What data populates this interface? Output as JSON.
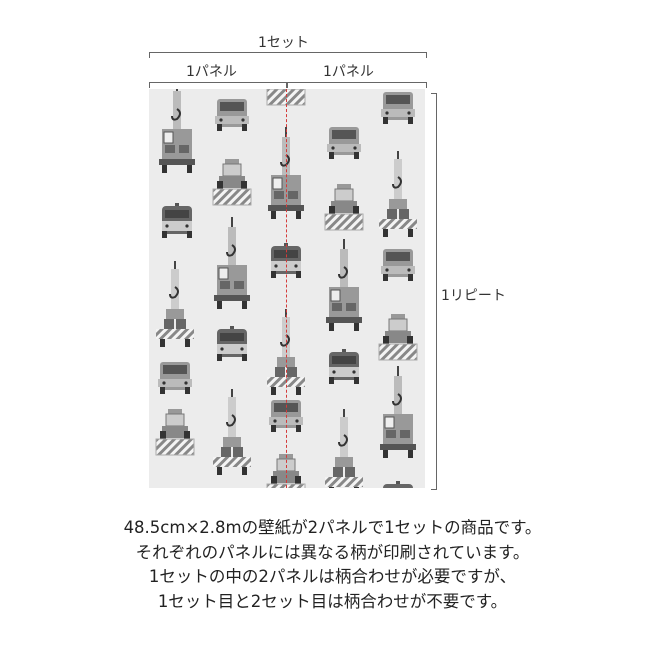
{
  "dimensions": {
    "set_label": "1セット",
    "panel_left_label": "1パネル",
    "panel_right_label": "1パネル",
    "repeat_label": "1リピート"
  },
  "pattern": {
    "description": "construction vehicles wallpaper pattern (cranes, trucks, bulldozers) in grayscale",
    "seam_color": "#d43a3a",
    "background": "#ececec"
  },
  "caption": {
    "lines": [
      "48.5cm×2.8mの壁紙が2パネルで1セットの商品です。",
      "それぞれのパネルには異なる柄が印刷されています。",
      "1セットの中の2パネルは柄合わせが必要ですが、",
      "1セット目と2セット目は柄合わせが不要です。"
    ]
  }
}
